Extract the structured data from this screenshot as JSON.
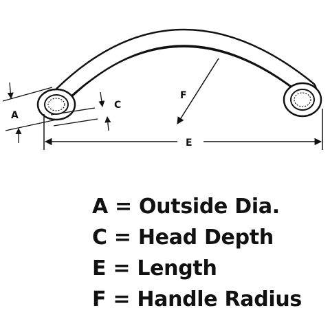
{
  "diagram": {
    "labels": {
      "a": "A",
      "c": "C",
      "e": "E",
      "f": "F"
    }
  },
  "legend": [
    "A = Outside Dia.",
    "C = Head Depth",
    "E = Length",
    "F = Handle Radius"
  ]
}
